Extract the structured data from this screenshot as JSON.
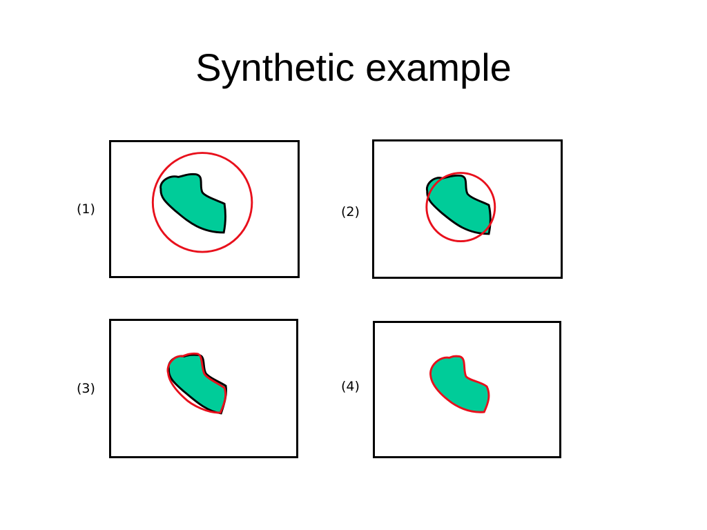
{
  "title": "Synthetic example",
  "colors": {
    "object_fill": "#00CC99",
    "object_outline": "#000000",
    "contour": "#E8101C"
  },
  "panels": [
    {
      "label": "(1)"
    },
    {
      "label": "(2)"
    },
    {
      "label": "(3)"
    },
    {
      "label": "(4)"
    }
  ]
}
